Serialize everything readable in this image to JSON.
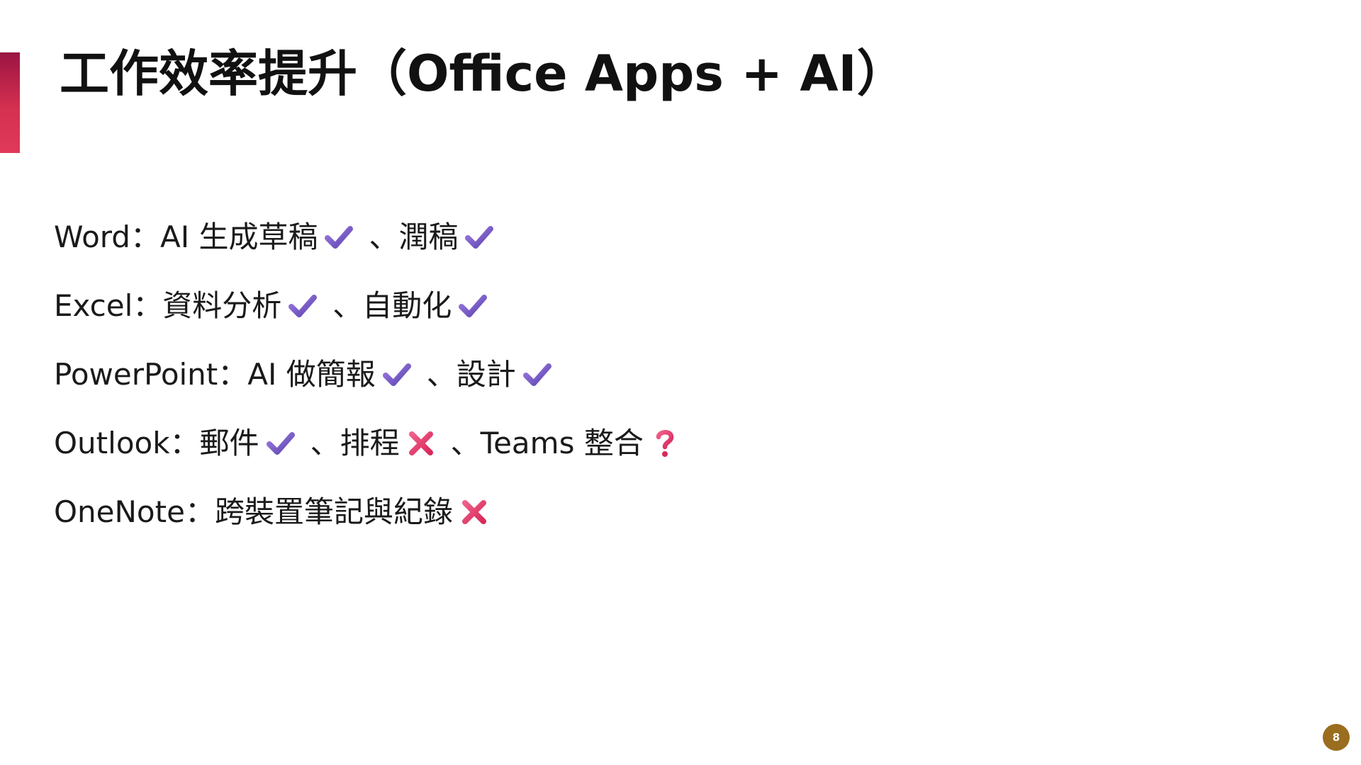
{
  "slide": {
    "title": "工作效率提升（Office Apps + AI）",
    "page_number": "8",
    "accent_color": "#d4304f",
    "page_badge_color": "#9a6d1f"
  },
  "items": [
    {
      "app": "Word",
      "sep": "：",
      "p1": "AI 生成草稿",
      "i1": "check-icon",
      "p2": "、潤稿",
      "i2": "check-icon"
    },
    {
      "app": "Excel",
      "sep": "：",
      "p1": "資料分析",
      "i1": "check-icon",
      "p2": "、自動化",
      "i2": "check-icon"
    },
    {
      "app": "PowerPoint",
      "sep": "：",
      "p1": "AI 做簡報",
      "i1": "check-icon",
      "p2": "、設計",
      "i2": "check-icon"
    },
    {
      "app": "Outlook",
      "sep": "：",
      "p1": "郵件",
      "i1": "check-icon",
      "p2": "、排程",
      "i2": "cross-icon",
      "p3": "、Teams 整合",
      "i3": "question-icon"
    },
    {
      "app": "OneNote",
      "sep": "：",
      "p1": "跨裝置筆記與紀錄",
      "i1": "cross-icon"
    }
  ],
  "icon_colors": {
    "check": "#7a5cc4",
    "cross": "#e8416e",
    "question": "#e8416e"
  }
}
